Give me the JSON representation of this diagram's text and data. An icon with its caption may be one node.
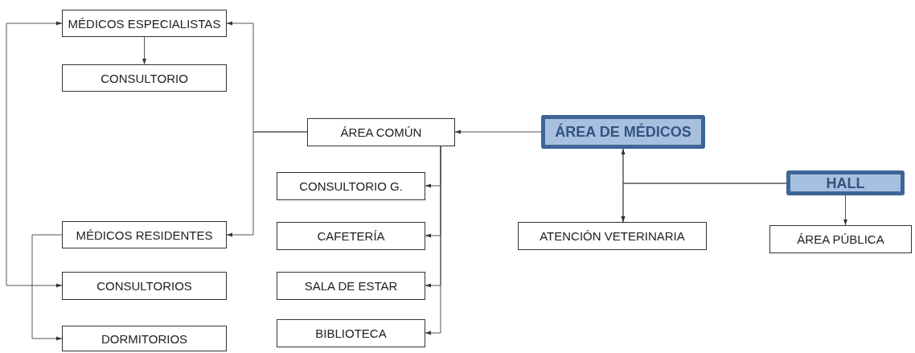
{
  "diagram": {
    "nodes": [
      {
        "text": [
          "MÉDICOS ESPECIALISTAS"
        ]
      },
      {
        "text": [
          "CONSULTORIO"
        ]
      },
      {
        "text": [
          "ÁREA COMÚN"
        ]
      },
      {
        "text": [
          "ÁREA DE MÉDICOS"
        ]
      },
      {
        "text": [
          "CONSULTORIO G."
        ]
      },
      {
        "text": [
          "HALL"
        ]
      },
      {
        "text": [
          "MÉDICOS RESIDENTES"
        ]
      },
      {
        "text": [
          "ATENCIÓN VETERINARIA"
        ]
      },
      {
        "text": [
          "ÁREA PÚBLICA"
        ]
      },
      {
        "text": [
          "CAFETERÍA"
        ]
      },
      {
        "text": [
          "CONSULTORIOS"
        ]
      },
      {
        "text": [
          "SALA DE ESTAR"
        ]
      },
      {
        "text": [
          "DORMITORIOS"
        ]
      },
      {
        "text": [
          "BIBLIOTECA"
        ]
      }
    ],
    "edges": [
      {
        "from": 0,
        "to": 1,
        "arrow": "to"
      },
      {
        "from": 3,
        "to": 2,
        "arrow": "to"
      },
      {
        "from": 2,
        "to": 0,
        "arrow": "to"
      },
      {
        "from": 2,
        "to": 6,
        "arrow": "to"
      },
      {
        "from": 2,
        "to": 4,
        "arrow": "to"
      },
      {
        "from": 2,
        "to": 9,
        "arrow": "to"
      },
      {
        "from": 2,
        "to": 11,
        "arrow": "to"
      },
      {
        "from": 2,
        "to": 13,
        "arrow": "to"
      },
      {
        "from": 0,
        "to": 10,
        "arrow": "both"
      },
      {
        "from": 6,
        "to": 12,
        "arrow": "to"
      },
      {
        "from": 3,
        "to": 7,
        "arrow": "to"
      },
      {
        "from": 5,
        "to": 7,
        "arrow": "to"
      },
      {
        "from": 5,
        "to": 3,
        "arrow": "to"
      },
      {
        "from": 5,
        "to": 8,
        "arrow": "to"
      }
    ]
  }
}
